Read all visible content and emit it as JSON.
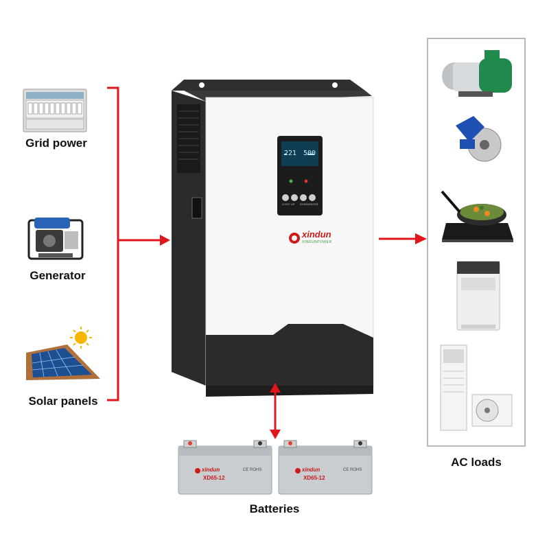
{
  "sources": {
    "grid_label": "Grid power",
    "generator_label": "Generator",
    "solar_label": "Solar panels"
  },
  "inverter": {
    "brand": "xindun",
    "brand_tagline": "XINDUNPOWER",
    "lcd_left": "221",
    "lcd_right": "500",
    "button_labels": [
      "LIGHT",
      "UP",
      "DOWN",
      "ENTER"
    ]
  },
  "batteries": {
    "label": "Batteries",
    "brand": "xindun",
    "model": "XD65-12",
    "cert": "CE ROHS"
  },
  "loads": {
    "label": "AC loads"
  },
  "colors": {
    "arrow_red": "#e0161b",
    "inverter_white": "#f7f7f7",
    "inverter_dark": "#2b2b2b",
    "battery_grey": "#c9cdd0"
  }
}
